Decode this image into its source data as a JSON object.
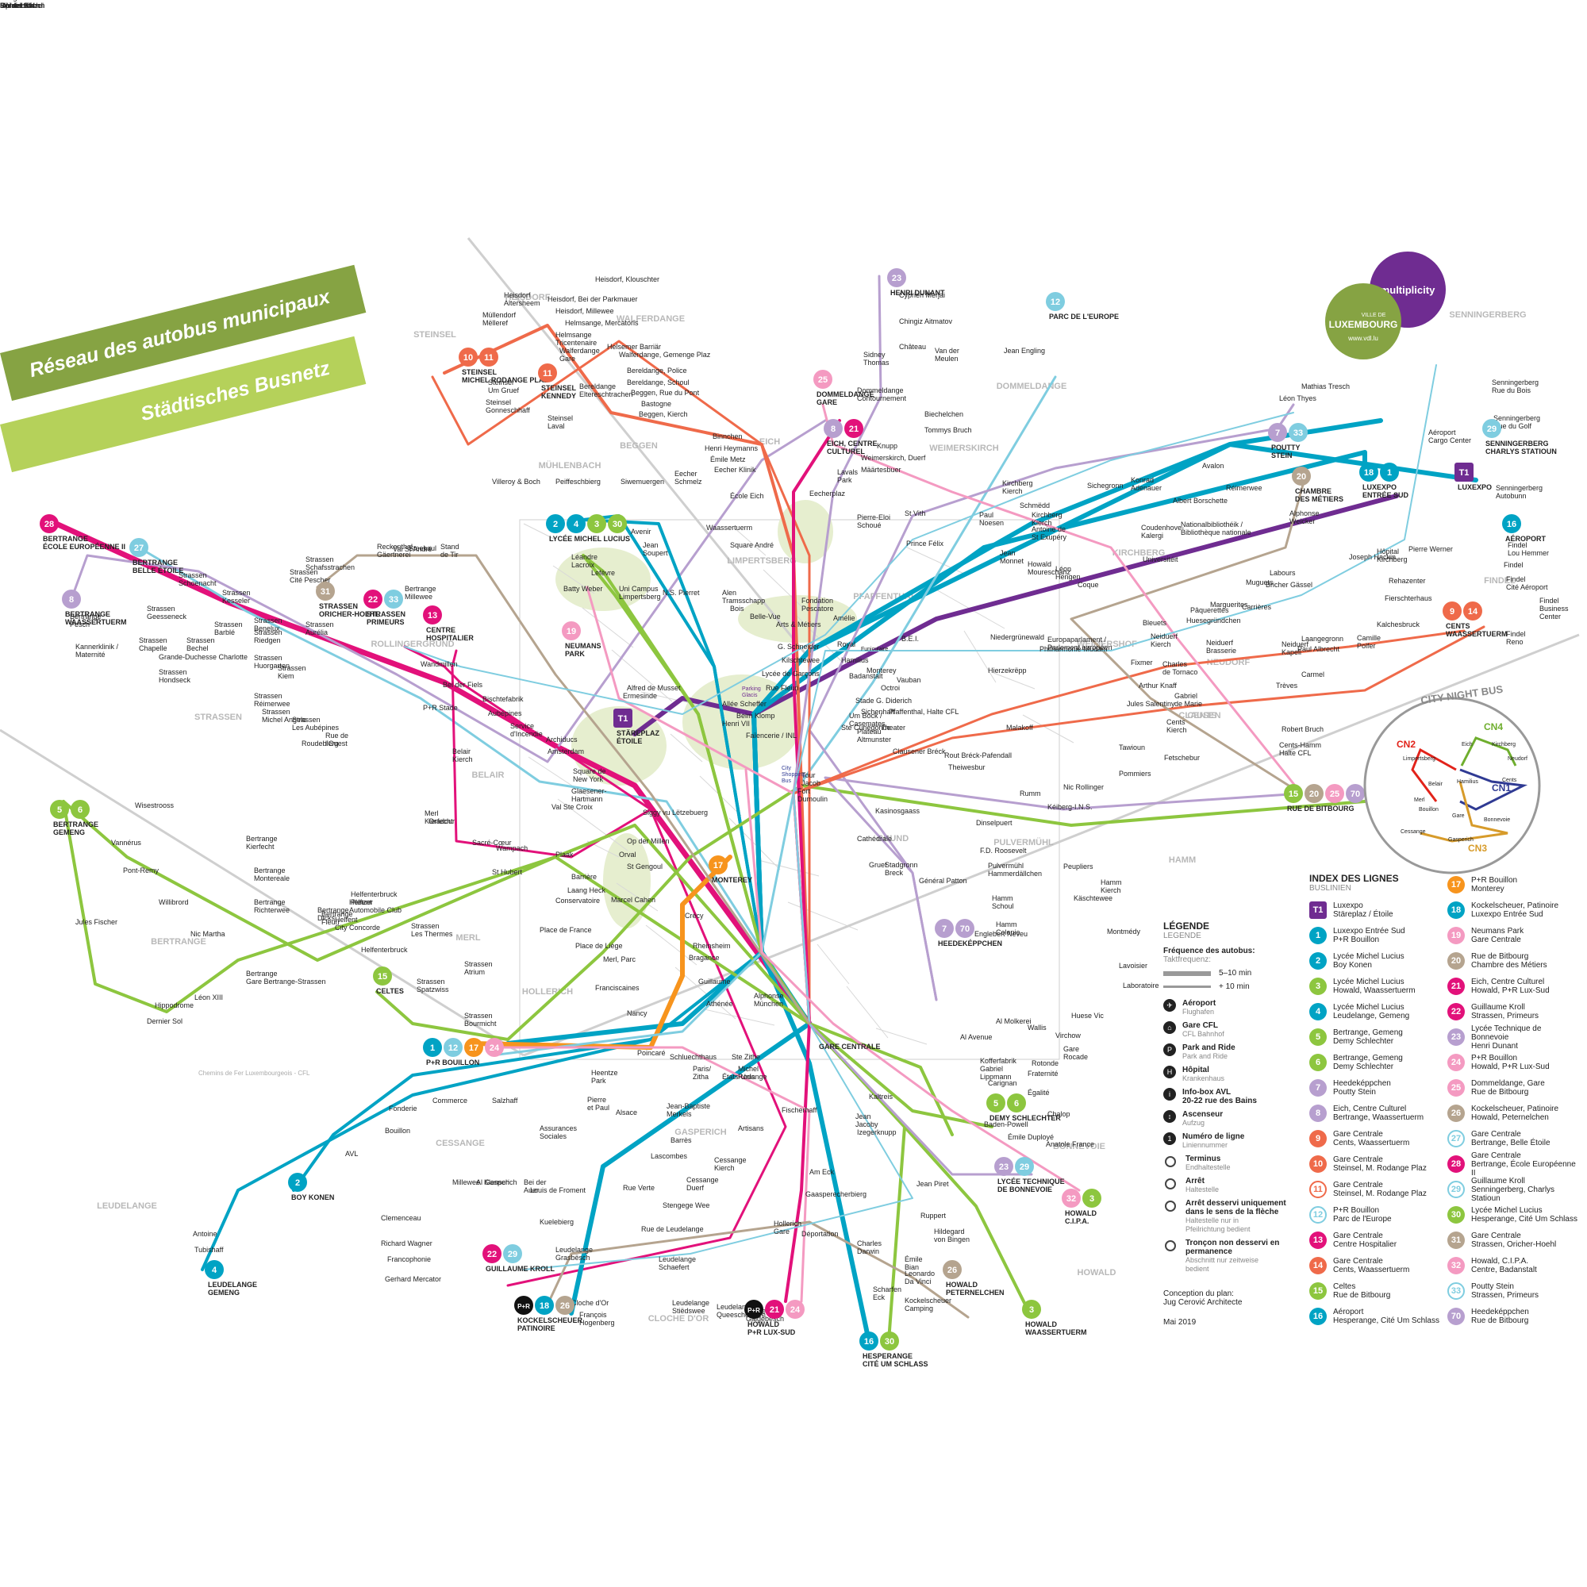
{
  "title": {
    "fr": "Réseau des autobus municipaux",
    "de": "Städtisches Busnetz"
  },
  "logo": {
    "brand": "multiplicity",
    "org_line1": "VILLE DE",
    "org_line2": "LUXEMBOURG",
    "url": "www.vdl.lu"
  },
  "colors": {
    "1": "#00a3c4",
    "2": "#00a3c4",
    "3": "#8dc63f",
    "4": "#00a3c4",
    "5": "#8dc63f",
    "6": "#8dc63f",
    "7": "#b79fcf",
    "8": "#b79fcf",
    "9": "#ef6a4a",
    "10": "#ef6a4a",
    "11": "#ef6a4a",
    "12": "#7fcde0",
    "13": "#e2117a",
    "14": "#ef6a4a",
    "15": "#8dc63f",
    "16": "#00a3c4",
    "17": "#f7941d",
    "18": "#00a3c4",
    "19": "#f49ac1",
    "20": "#b5a48f",
    "21": "#e2117a",
    "22": "#e2117a",
    "23": "#b79fcf",
    "24": "#f49ac1",
    "25": "#f49ac1",
    "26": "#b5a48f",
    "27": "#7fcde0",
    "28": "#e2117a",
    "29": "#7fcde0",
    "30": "#8dc63f",
    "31": "#b5a48f",
    "32": "#f49ac1",
    "33": "#7fcde0",
    "70": "#b79fcf",
    "T1": "#6f2c91",
    "night": "#888888",
    "district": "#b8b8b8",
    "background_street": "#d8d8d8",
    "green_area": "#e6eecf"
  },
  "districts": [
    "HEISDORF",
    "WALFERDANGE",
    "STEINSEL",
    "BEGGEN",
    "MÜHLENBACH",
    "EICH",
    "DOMMELDANGE",
    "WEIMERSKIRCH",
    "LIMPERTSBERG",
    "PFAFFENTHAL",
    "KIRCHBERG",
    "ROLLINGERGRUND",
    "SENNINGERBERG",
    "FINDEL",
    "WEIMERSHOF",
    "NEUDORF",
    "CLAUSEN",
    "CENTS",
    "STRASSEN",
    "BELAIR",
    "GRUND",
    "PULVERMÜHL",
    "HAMM",
    "BERTRANGE",
    "MERL",
    "HOLLERICH",
    "CESSANGE",
    "GASPERICH",
    "BONNEVOIE",
    "LEUDELANGE",
    "CLOCHE D'OR",
    "HOWALD"
  ],
  "terminals": [
    {
      "name": "BERTRANGE\nÉCOLE EUROPÉENNE II",
      "lines": [
        "28"
      ]
    },
    {
      "name": "BERTRANGE\nBELLE ÉTOILE",
      "lines": [
        "27"
      ]
    },
    {
      "name": "BERTRANGE\nWAASSERTUERM",
      "lines": [
        "8"
      ]
    },
    {
      "name": "STEINSEL\nMICHEL RODANGE PLAZ",
      "lines": [
        "10",
        "11"
      ]
    },
    {
      "name": "STEINSEL\nKENNEDY",
      "lines": [
        "11"
      ]
    },
    {
      "name": "HENRI DUNANT",
      "lines": [
        "23"
      ]
    },
    {
      "name": "PARC DE L'EUROPE",
      "lines": [
        "12"
      ]
    },
    {
      "name": "DOMMELDANGE\nGARE",
      "lines": [
        "25"
      ]
    },
    {
      "name": "EICH, CENTRE\nCULTUREL",
      "lines": [
        "8",
        "21"
      ]
    },
    {
      "name": "POUTTY\nSTEIN",
      "lines": [
        "7",
        "33"
      ]
    },
    {
      "name": "LUXEXPO\nENTRÉE SUD",
      "lines": [
        "18",
        "1"
      ]
    },
    {
      "name": "CHAMBRE\nDES MÉTIERS",
      "lines": [
        "20"
      ]
    },
    {
      "name": "LUXEXPO",
      "lines": [
        "T1"
      ]
    },
    {
      "name": "SENNINGERBERG\nCHARLYS STATIOUN",
      "lines": [
        "29"
      ]
    },
    {
      "name": "AÉROPORT",
      "lines": [
        "16"
      ]
    },
    {
      "name": "CENTS\nWAASSERTUERM",
      "lines": [
        "9",
        "14"
      ]
    },
    {
      "name": "LYCÉE MICHEL LUCIUS",
      "lines": [
        "2",
        "4",
        "3",
        "30"
      ]
    },
    {
      "name": "STRASSEN\nORICHER-HOEHL",
      "lines": [
        "31"
      ]
    },
    {
      "name": "STRASSEN\nPRIMEURS",
      "lines": [
        "22",
        "33"
      ]
    },
    {
      "name": "CENTRE\nHOSPITALIER",
      "lines": [
        "13"
      ]
    },
    {
      "name": "NEUMANS\nPARK",
      "lines": [
        "19"
      ]
    },
    {
      "name": "STÄREPLAZ\nÉTOILE",
      "lines": [
        "T1"
      ]
    },
    {
      "name": "RUE DE BITBOURG",
      "lines": [
        "15",
        "20",
        "25",
        "70"
      ]
    },
    {
      "name": "BERTRANGE\nGEMENG",
      "lines": [
        "5",
        "6"
      ]
    },
    {
      "name": "MONTEREY",
      "lines": [
        "17"
      ]
    },
    {
      "name": "CELTES",
      "lines": [
        "15"
      ]
    },
    {
      "name": "HEEDEKÉPPCHEN",
      "lines": [
        "7",
        "70"
      ]
    },
    {
      "name": "P+R BOUILLON",
      "lines": [
        "1",
        "12",
        "17",
        "24"
      ]
    },
    {
      "name": "GARE CENTRALE",
      "lines": []
    },
    {
      "name": "DEMY SCHLECHTER",
      "lines": [
        "5",
        "6"
      ]
    },
    {
      "name": "BOY KONEN",
      "lines": [
        "2"
      ]
    },
    {
      "name": "LYCÉE TECHNIQUE\nDE BONNEVOIE",
      "lines": [
        "23",
        "29"
      ]
    },
    {
      "name": "HOWALD\nC.I.P.A.",
      "lines": [
        "32",
        "3"
      ]
    },
    {
      "name": "LEUDELANGE\nGEMENG",
      "lines": [
        "4"
      ]
    },
    {
      "name": "GUILLAUME KROLL",
      "lines": [
        "22",
        "29"
      ]
    },
    {
      "name": "KOCKELSCHEUER\nPATINOIRE",
      "lines": [
        "P+R",
        "18",
        "26"
      ]
    },
    {
      "name": "HOWALD\nP+R LUX-SUD",
      "lines": [
        "P+R",
        "21",
        "24"
      ]
    },
    {
      "name": "HOWALD\nPETERNELCHEN",
      "lines": [
        "26"
      ]
    },
    {
      "name": "HESPERANGE\nCITÉ UM SCHLASS",
      "lines": [
        "16",
        "30"
      ]
    },
    {
      "name": "HOWALD\nWAASSERTUERM",
      "lines": [
        "3"
      ]
    }
  ],
  "stops": [
    "Heisdorf, Klouschter",
    "Heisdorf\nAltersheem",
    "Heisdorf, Bei der Parkmauer",
    "Heisdorf, Millewee",
    "Helmsange, Mercatoris",
    "Müllendorf\nMëlleref",
    "Helmsange\nTricentenaire",
    "Walferdange\nGare",
    "Helsemer Barriär",
    "Walferdange, Gemenge Plaz",
    "Bereldange, Police",
    "Bereldange, Schoul",
    "Beggen, Rue du Pont",
    "Bastogne",
    "Beggen, Kierch",
    "Steinsel\nUm Gruef",
    "Steinsel\nGonneschhaff",
    "Steinsel\nLaval",
    "Bereldange\nEltereschtrachen",
    "Binnchen",
    "Henri Heymanns",
    "Émile Metz",
    "Eecher Klinik",
    "École Eich",
    "Villeroy & Boch",
    "Peiffeschbierg",
    "Siwemuergen",
    "Eecher\nSchmelz",
    "Cyprien Merjai",
    "Chingiz Aitmatov",
    "Château",
    "Van der\nMeulen",
    "Jean Engling",
    "Sidney\nThomas",
    "Dommeldange\nContournement",
    "Biechelchen",
    "Tommys Bruch",
    "Knupp",
    "Weimerskirch, Duerf",
    "Määrtesbuer",
    "Lavals\nPark",
    "Eecherplaz",
    "Mathias Tresch",
    "Léon Thyes",
    "Avalon",
    "Réimerwee",
    "Albert Borschette",
    "Alphonse\nWeicker",
    "Nationalbibliothéik /\nBibliothèque nationale",
    "Coudenhove-\nKalergi",
    "Konrad\nAdenauer",
    "Sichegronn",
    "Kirchberg\nKierch",
    "Schmëdd",
    "Kirchberg\nKierch",
    "Paul\nNoesen",
    "Antoine de\nSt Exupéry",
    "St Vith",
    "Pierre-Eloi\nSchoué",
    "Prince Félix",
    "Jean\nMonnet",
    "Léon\nHengen",
    "Coque",
    "Universitéit",
    "Joseph Hackin",
    "Hôpital\nKirchberg",
    "Pierre Werner",
    "Senningerberg\nRue du Bois",
    "Senningerberg\nRue du Golf",
    "Senningerberg\nAutobunn",
    "Aéroport\nCargo Center",
    "Findel\nLou Hemmer",
    "Findel",
    "Findel\nCité Aéroport",
    "Findel\nBusiness\nCenter",
    "Findel\nReno",
    "Rehazenter",
    "Fierschterhaus",
    "Labours",
    "Bricher Gässel",
    "Carrières",
    "Muguets",
    "Marguerites",
    "Pâquerettes",
    "Huesegründchen",
    "Bleuets",
    "Neiduerf\nKierch",
    "Neiduerf\nBrasserie",
    "Neiduerf\nKapell",
    "Laangegronn",
    "Kalchesbruck",
    "Camille\nPolfer",
    "Paul Albrecht",
    "Carmel",
    "Trèves",
    "Fixmer",
    "Charles\nde Tornaco",
    "Arthur Knaff",
    "Gabriel\nde Marie",
    "Jules Salentiny",
    "Cents\nKierch",
    "Robert Bruch",
    "Cents-Hamm\nHalte CFL",
    "Tawioun",
    "Fetschebur",
    "Pommiers",
    "Nic Rollinger",
    "Europaparlament /\nParlement européen",
    "Philharmonie-Mudam",
    "Niedergrünewald",
    "B.E.I.",
    "Hierzekrëpp",
    "Malakoff",
    "Reckenthal\nGäertnerei",
    "Steekaul",
    "Stand\nde Tir",
    "Strassen\nSchafsstrachen",
    "Strassen\nCité Pescher",
    "Strassen\nSchoenacht",
    "Strassen\nKesseler",
    "Strassen\nGeesseneck",
    "Strassen\nBenelux",
    "Strassen\nBarblé",
    "Strassen\nAurélia",
    "Strassen\nRiedgen",
    "Strassen\nChapelle",
    "Strassen\nBechel",
    "Grande-Duchesse Charlotte",
    "Strassen\nHondseck",
    "Strassen\nHuorgarten",
    "Strassen\nKiem",
    "Strassen\nRéimerwee",
    "Strassen\nMichel Angelo",
    "Strassen\nLes Aubépines",
    "Rue de\nl'Ouest",
    "Roudebierg",
    "Val St André",
    "Bertrange\nMillewee",
    "Bertrange\nPesch",
    "Kannerklinik /\nMaternité",
    "Wandmillen",
    "Bei der Fiels",
    "Bischtefabrik",
    "Aubépines",
    "P+R Stade",
    "Service\nd'Incendie",
    "Archiducs",
    "Amsterdam",
    "Square de\nNew York",
    "Glaesener-\nHartmann",
    "Belair\nKierch",
    "Val Ste Croix",
    "Merl\nKierfecht",
    "Oradour",
    "Sacré-Cœur",
    "Wampach",
    "Siggy vu Lëtzebuerg",
    "Avenir",
    "Waassertuerm",
    "Square André",
    "Jean\nSoupert",
    "Léandre\nLacroix",
    "Lefèvre",
    "Batty Weber",
    "Uni Campus\nLimpertsberg",
    "N.S. Pierret",
    "Alen\nTramsschapp",
    "Bois",
    "Belle-Vue",
    "Arts & Métiers",
    "G. Schneider",
    "Kilschtewee",
    "Lycée de Garçons",
    "Rue Fleuri",
    "Ermesinde",
    "Alfred de Musset",
    "Allée Scheffer",
    "Beim Klomp",
    "Henri VII",
    "Faïencerie / INL",
    "Fondation\nPescatore",
    "Amélie",
    "Royal",
    "Hamilius",
    "Monterey",
    "Octroi",
    "Stade G. Diderich",
    "Sichenhaff",
    "Pfaffenthal, Halte CFL",
    "Theater",
    "Rout Bréck-Pafendall",
    "Theiwesbur",
    "Badanstalt",
    "Vauban",
    "Um Bock /\nCasemates",
    "Ste Cunégonde",
    "Plateau\nAltmunster",
    "Clausener Bréck",
    "Tour\nJacob",
    "Fort\nDumoulin",
    "Kasinosgaass",
    "Cathédrale",
    "Gruef",
    "Rumm",
    "Kéiberg-I.N.S.",
    "Dinselpuert",
    "F.D. Roosevelt",
    "Stadgronn\nBreck",
    "Général Patton",
    "Pulvermühl\nHammerdällchen",
    "Peupliers",
    "Hamm\nKierch",
    "Käschtewee",
    "Hamm\nSchoul",
    "Hamm\nColonie",
    "Englebert Neveu",
    "Montmédy",
    "Lavoisier",
    "Laboratoire",
    "Al Molkerei",
    "Al Avenue",
    "Huese Vic",
    "Wallis",
    "Virchow",
    "Gare\nRocade",
    "Rotonde",
    "Kofferfabrik\nGabriel\nLippmann",
    "Fraternité",
    "Carignan",
    "Égalité",
    "Chalop",
    "Baden-Powell",
    "Émile Duployé",
    "Anatole France",
    "Jean\nJacoby",
    "Izegerknupp",
    "Kaltreis",
    "Wisestrooss",
    "Vannérus",
    "Pont-Remy",
    "Willibrord",
    "Jules Fischer",
    "Nic Martha",
    "Dernier Sol",
    "Hippodrome",
    "Léon XIII",
    "Bertrange\nGare Bertrange-Strassen",
    "Bertrange\nKierfecht",
    "Bertrange\nMontereale",
    "Bertrange\nRichterwee",
    "Bertrange\nDicks",
    "Bertrange\nFleuri",
    "Helfent\nCity Concorde",
    "Helfent\nAutomobile Club",
    "Helfenterbruck\nPletzer",
    "Helfenterbruck",
    "Strassen\nLes Thermes",
    "Strassen\nSpatzwiss",
    "Strassen\nBourmicht",
    "Strassen\nAtrium",
    "St Hubert",
    "Plaak",
    "Laang Heck",
    "Orval",
    "Op der Millen",
    "St Gengoul",
    "Barrière",
    "Marcel Cahen",
    "Conservatoire",
    "Place de France",
    "Place de Liège",
    "Merl, Parc",
    "Franciscaines",
    "Crécy",
    "Rheinsheim",
    "Bragance",
    "Guillaume",
    "Athénée",
    "Alphonse\nMünchen",
    "Nancy",
    "Poincaré",
    "Schluechthaus",
    "Ste Zithe",
    "Paris/\nZitha",
    "Michel\nRodange",
    "Heentze\nPark",
    "États-Unis",
    "Commerce",
    "Salzhaff",
    "Pierre\net Paul",
    "Jean-Baptiste\nMerkels",
    "Fonderie",
    "Bouillon",
    "AVL",
    "Assurances\nSociales",
    "Alsace",
    "Fischerhaff",
    "Artisans",
    "Barrès",
    "Lascombes",
    "Cessange\nKierch",
    "Cessange\nDuerf",
    "Am Eck",
    "Gaasperecherbierg",
    "Hollerich\nGare",
    "Déportation",
    "Millewee",
    "Al Gasperich",
    "Klensch",
    "Bei der\nAuer",
    "Louis de Froment",
    "Clemenceau",
    "Richard Wagner",
    "Francophonie",
    "Gerhard Mercator",
    "Antoine",
    "Tubishaff",
    "Kuelebierg",
    "Rue Verte",
    "Stengege Wee",
    "Rue de Leudelange",
    "Leudelange\nGrasbësch",
    "Leudelange\nSchaefert",
    "Leudelange\nStiëdswee",
    "Leudelange\nQueesche Wee",
    "Leudelange\nGalgebësch",
    "Cloche d'Or",
    "François\nHogenberg",
    "Charles\nDarwin",
    "Jean Piret",
    "Ruppert",
    "Hildegard\nvon Bingen",
    "Émile\nBian",
    "Leonardo\nDa Vinci",
    "Scharfen\nEck",
    "Kockelscheuer\nCamping",
    "Howald\nMoureschanz",
    "Neufchâteau",
    "Rangwee",
    "Howald\n9 Mai 1944",
    "Howald\nRonnebësch",
    "Howald\nBei der Kierch",
    "Howald\nMinsbësch",
    "Howald\nOp der Stirzel",
    "Tram"
  ],
  "line_labels": [
    "T1",
    "1",
    "2",
    "3",
    "4",
    "5",
    "6",
    "7",
    "8",
    "9",
    "10",
    "11",
    "12",
    "13",
    "14",
    "15",
    "16",
    "17",
    "18",
    "19",
    "20",
    "21",
    "22",
    "23",
    "24",
    "25",
    "26",
    "27",
    "28",
    "29",
    "30",
    "31",
    "32",
    "33",
    "70"
  ],
  "map_notes": {
    "railway": "Chemins de Fer Luxembourgeois - CFL",
    "parking_glacis": "Parking\nGlacis",
    "city_shopping_bus": "City\nShopping\nBus",
    "funicular": "Funiculaire",
    "tram_note": "Tram"
  },
  "night_bus": {
    "title": "CITY NIGHT BUS",
    "lines": [
      "CN1",
      "CN2",
      "CN3",
      "CN4"
    ],
    "stops": [
      "Eich",
      "Kirchberg",
      "Neudorf",
      "Cents",
      "Limpertsberg",
      "Belair",
      "Hamilius",
      "Merl",
      "Bouillon",
      "Gare",
      "Bonnevoie",
      "Cessange",
      "Gasperich"
    ],
    "colors": {
      "CN1": "#2f3a93",
      "CN2": "#e2231a",
      "CN3": "#d79b2a",
      "CN4": "#6fae2e"
    }
  },
  "legend": {
    "title": "LÉGENDE",
    "title_de": "LEGENDE",
    "frequency_title": "Fréquence des autobus:",
    "frequency_title_de": "Taktfrequenz:",
    "freq_high": "5–10 min",
    "freq_low": "+ 10 min",
    "items": [
      {
        "icon": "airport-icon",
        "symbol": "✈",
        "label": "Aéroport",
        "label_de": "Flughafen"
      },
      {
        "icon": "train-station-icon",
        "symbol": "⌂",
        "label": "Gare CFL",
        "label_de": "CFL Bahnhof"
      },
      {
        "icon": "park-and-ride-icon",
        "symbol": "P",
        "label": "Park and Ride",
        "label_de": "Park and Ride"
      },
      {
        "icon": "hospital-icon",
        "symbol": "H",
        "label": "Hôpital",
        "label_de": "Krankenhaus"
      },
      {
        "icon": "info-icon",
        "symbol": "i",
        "label": "Info-box AVL\n20-22 rue des Bains",
        "label_de": ""
      },
      {
        "icon": "elevator-icon",
        "symbol": "↕",
        "label": "Ascenseur",
        "label_de": "Aufzug"
      },
      {
        "icon": "line-number-icon",
        "symbol": "1",
        "label": "Numéro de ligne",
        "label_de": "Liniennummer"
      },
      {
        "icon": "terminus-icon",
        "symbol": "",
        "label": "Terminus",
        "label_de": "Endhaltestelle"
      },
      {
        "icon": "stop-icon",
        "symbol": "",
        "label": "Arrêt",
        "label_de": "Haltestelle"
      },
      {
        "icon": "one-way-stop-icon",
        "symbol": "",
        "label": "Arrêt desservi uniquement\ndans le sens de la flèche",
        "label_de": "Haltestelle nur in\nPfeilrichtung bedient"
      },
      {
        "icon": "partial-service-icon",
        "symbol": "",
        "label": "Tronçon non desservi en\npermanence",
        "label_de": "Abschnitt nur zeitweise\nbedient"
      }
    ],
    "credit_label": "Conception du plan:",
    "credit_name": "Jug Cerović Architecte",
    "date": "Mai 2019"
  },
  "index": {
    "title": "INDEX DES LIGNES",
    "subtitle": "BUSLINIEN",
    "column1": [
      {
        "line": "T1",
        "text": "Luxexpo\nStäreplaz / Étoile"
      },
      {
        "line": "1",
        "text": "Luxexpo Entrée Sud\nP+R Bouillon"
      },
      {
        "line": "2",
        "text": "Lycée Michel Lucius\nBoy Konen"
      },
      {
        "line": "3",
        "text": "Lycée Michel Lucius\nHowald, Waassertuerm"
      },
      {
        "line": "4",
        "text": "Lycée Michel Lucius\nLeudelange, Gemeng"
      },
      {
        "line": "5",
        "text": "Bertrange, Gemeng\nDemy Schlechter"
      },
      {
        "line": "6",
        "text": "Bertrange, Gemeng\nDemy Schlechter"
      },
      {
        "line": "7",
        "text": "Heedeképpchen\nPoutty Stein"
      },
      {
        "line": "8",
        "text": "Eich, Centre Culturel\nBertrange, Waassertuerm"
      },
      {
        "line": "9",
        "text": "Gare Centrale\nCents, Waassertuerm"
      },
      {
        "line": "10",
        "text": "Gare Centrale\nSteinsel, M. Rodange Plaz"
      },
      {
        "line": "11",
        "text": "Gare Centrale\nSteinsel, M. Rodange Plaz"
      },
      {
        "line": "12",
        "text": "P+R Bouillon\nParc de l'Europe"
      },
      {
        "line": "13",
        "text": "Gare Centrale\nCentre Hospitalier"
      },
      {
        "line": "14",
        "text": "Gare Centrale\nCents, Waassertuerm"
      },
      {
        "line": "15",
        "text": "Celtes\nRue de Bitbourg"
      },
      {
        "line": "16",
        "text": "Aéroport\nHesperange, Cité Um Schlass"
      }
    ],
    "column2": [
      {
        "line": "17",
        "text": "P+R Bouillon\nMonterey"
      },
      {
        "line": "18",
        "text": "Kockelscheuer, Patinoire\nLuxexpo Entrée Sud"
      },
      {
        "line": "19",
        "text": "Neumans Park\nGare Centrale"
      },
      {
        "line": "20",
        "text": "Rue de Bitbourg\nChambre des Métiers"
      },
      {
        "line": "21",
        "text": "Eich, Centre Culturel\nHowald, P+R Lux-Sud"
      },
      {
        "line": "22",
        "text": "Guillaume Kroll\nStrassen, Primeurs"
      },
      {
        "line": "23",
        "text": "Lycée Technique de Bonnevoie\nHenri Dunant"
      },
      {
        "line": "24",
        "text": "P+R Bouillon\nHowald, P+R Lux-Sud"
      },
      {
        "line": "25",
        "text": "Dommeldange, Gare\nRue de Bitbourg"
      },
      {
        "line": "26",
        "text": "Kockelscheuer, Patinoire\nHowald, Peternelchen"
      },
      {
        "line": "27",
        "text": "Gare Centrale\nBertrange, Belle Étoile"
      },
      {
        "line": "28",
        "text": "Gare Centrale\nBertrange, École Européenne II"
      },
      {
        "line": "29",
        "text": "Guillaume Kroll\nSenningerberg, Charlys Statioun"
      },
      {
        "line": "30",
        "text": "Lycée Michel Lucius\nHesperange, Cité Um Schlass"
      },
      {
        "line": "31",
        "text": "Gare Centrale\nStrassen, Oricher-Hoehl"
      },
      {
        "line": "32",
        "text": "Howald, C.I.P.A.\nCentre, Badanstalt"
      },
      {
        "line": "33",
        "text": "Poutty Stein\nStrassen, Primeurs"
      },
      {
        "line": "70",
        "text": "Heedeképpchen\nRue de Bitbourg"
      }
    ]
  }
}
